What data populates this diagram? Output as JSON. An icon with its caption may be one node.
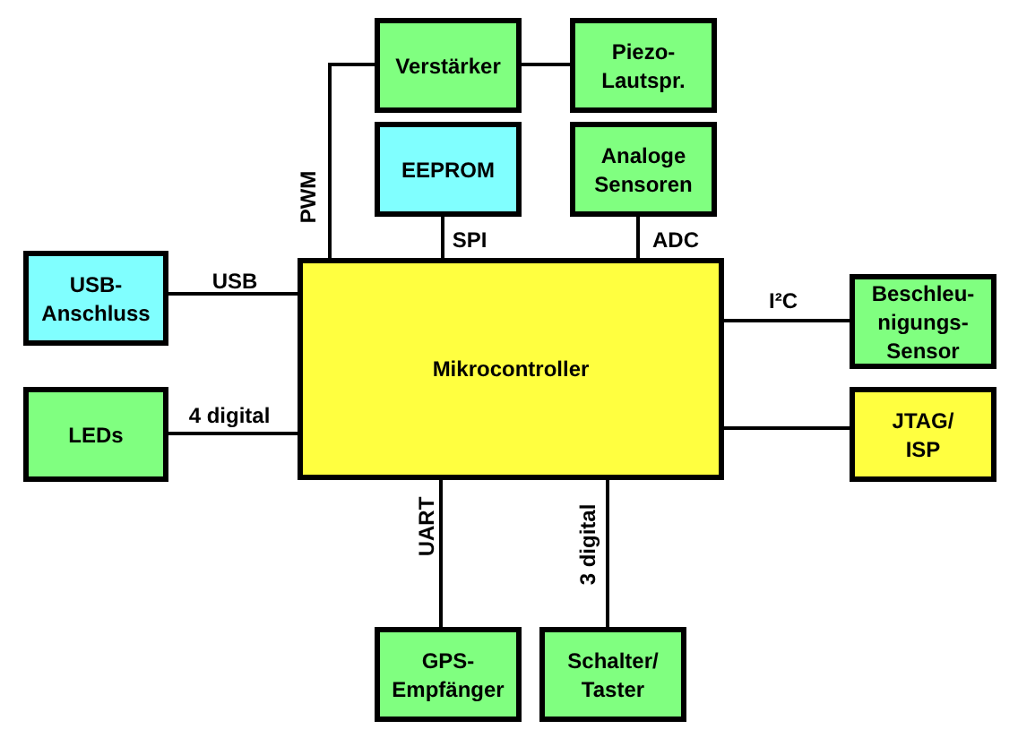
{
  "diagram": {
    "nodes": [
      {
        "text": [
          "Verstärker"
        ]
      },
      {
        "text": [
          "Piezo- Lautspr."
        ]
      },
      {
        "text": [
          "EEPROM"
        ]
      },
      {
        "text": [
          "Analoge Sensoren"
        ]
      },
      {
        "text": [
          "USB- Anschluss"
        ]
      },
      {
        "text": [
          "Mikrocontroller"
        ]
      },
      {
        "text": [
          "Beschleu- nigungs- Sensor"
        ]
      },
      {
        "text": [
          "LEDs"
        ]
      },
      {
        "text": [
          "JTAG/ ISP"
        ]
      },
      {
        "text": [
          "GPS- Empfänger"
        ]
      },
      {
        "text": [
          "Schalter/ Taster"
        ]
      }
    ],
    "edges": [
      {
        "from": 0,
        "to": 1,
        "arrow": "none"
      },
      {
        "from": 0,
        "to": 5,
        "arrow": "none",
        "label": "PWM"
      },
      {
        "from": 2,
        "to": 5,
        "arrow": "none",
        "label": "SPI"
      },
      {
        "from": 3,
        "to": 5,
        "arrow": "none",
        "label": "ADC"
      },
      {
        "from": 4,
        "to": 5,
        "arrow": "none",
        "label": "USB"
      },
      {
        "from": 5,
        "to": 6,
        "arrow": "none",
        "label": "I²C"
      },
      {
        "from": 7,
        "to": 5,
        "arrow": "none",
        "label": "4 digital"
      },
      {
        "from": 5,
        "to": 8,
        "arrow": "none"
      },
      {
        "from": 5,
        "to": 9,
        "arrow": "none",
        "label": "UART"
      },
      {
        "from": 5,
        "to": 10,
        "arrow": "none",
        "label": "3 digital"
      }
    ]
  }
}
